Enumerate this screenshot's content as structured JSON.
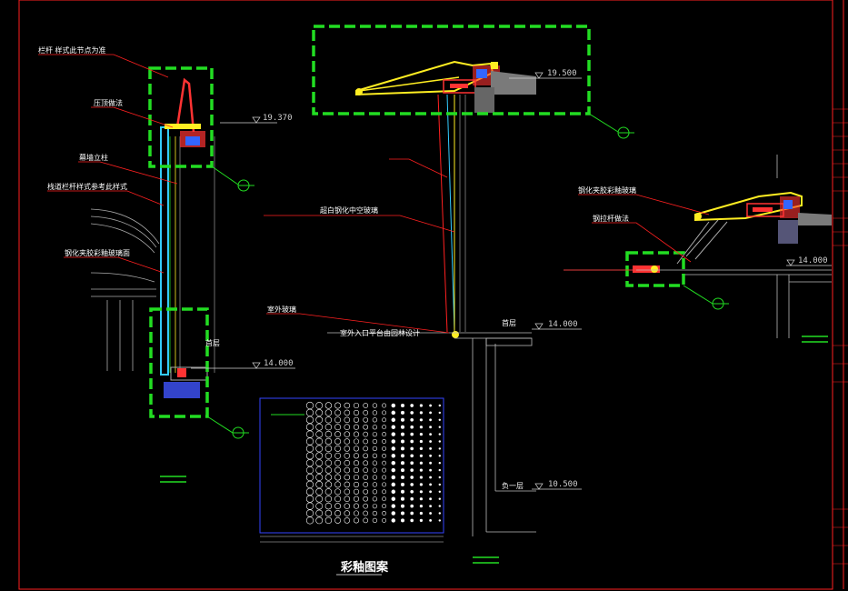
{
  "labels": {
    "left_top": "栏杆 样式此节点为准",
    "left_cap": "压顶做法",
    "left_glass_post": "幕墙立柱",
    "left_louver": "栈道栏杆样式参考此样式",
    "left_glass": "钢化夹胶彩釉玻璃面",
    "left_floor": "首层",
    "mid_glass": "超白钢化中空玻璃",
    "mid_outdoor": "室外玻璃",
    "mid_entry": "室外入口平台由园林设计",
    "mid_floor": "首层",
    "mid_basement": "负一层",
    "right_top": "钢化夹胶彩釉玻璃",
    "right_pole": "钢拉杆做法",
    "pattern_title": "彩釉图案"
  },
  "elevations": {
    "left_top": "19.370",
    "left_floor": "14.000",
    "mid_top": "19.500",
    "mid_floor": "14.000",
    "mid_basement": "10.500",
    "right_floor": "14.000"
  },
  "colors": {
    "background": "#000000",
    "frame": "#ff2020",
    "detail_box": "#22dd22",
    "glass": "#33ccff",
    "canopy": "#ffee22",
    "leader": "#ff2020",
    "wall": "#bbbbbb",
    "pattern_border": "#3344ff"
  }
}
